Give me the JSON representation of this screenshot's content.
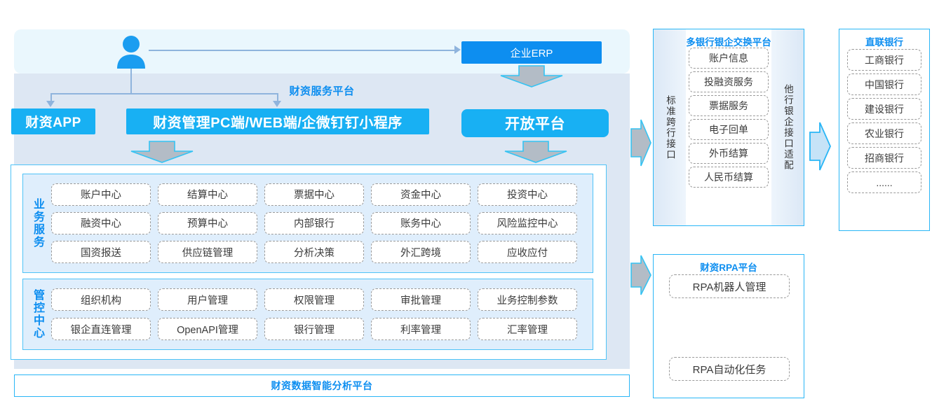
{
  "top": {
    "user_icon": "person-icon",
    "erp_label": "企业ERP"
  },
  "platform": {
    "title": "财资服务平台",
    "app_label": "财资APP",
    "pc_label": "财资管理PC端/WEB端/企微钉钉小程序",
    "open_label": "开放平台"
  },
  "sections": [
    {
      "label": "业务服务",
      "rows": [
        [
          "账户中心",
          "结算中心",
          "票据中心",
          "资金中心",
          "投资中心"
        ],
        [
          "融资中心",
          "预算中心",
          "内部银行",
          "账务中心",
          "风险监控中心"
        ],
        [
          "国资报送",
          "供应链管理",
          "分析决策",
          "外汇跨境",
          "应收应付"
        ]
      ]
    },
    {
      "label": "管控中心",
      "rows": [
        [
          "组织机构",
          "用户管理",
          "权限管理",
          "审批管理",
          "业务控制参数"
        ],
        [
          "银企直连管理",
          "OpenAPI管理",
          "银行管理",
          "利率管理",
          "汇率管理"
        ]
      ]
    }
  ],
  "bottom_bar": {
    "label": "财资数据智能分析平台"
  },
  "exchange_panel": {
    "title": "多银行银企交换平台",
    "left_label": "标准跨行接口",
    "right_label": "他行银企接口适配",
    "items": [
      "账户信息",
      "投融资服务",
      "票据服务",
      "电子回单",
      "外币结算",
      "人民币结算"
    ]
  },
  "direct_bank_panel": {
    "title": "直联银行",
    "items": [
      "工商银行",
      "中国银行",
      "建设银行",
      "农业银行",
      "招商银行",
      "......"
    ]
  },
  "rpa_panel": {
    "title": "财资RPA平台",
    "items": [
      "RPA机器人管理",
      "RPA自动化任务"
    ]
  },
  "colors": {
    "accent_blue": "#18b0f3",
    "title_blue": "#0d8ef0",
    "panel_bg": "#dde7f3",
    "band_bg": "#eaf7fd",
    "cell_border": "#9a9a9a",
    "arrow_gray": "#b3bcc6",
    "arrow_outline": "#35c3f3"
  }
}
